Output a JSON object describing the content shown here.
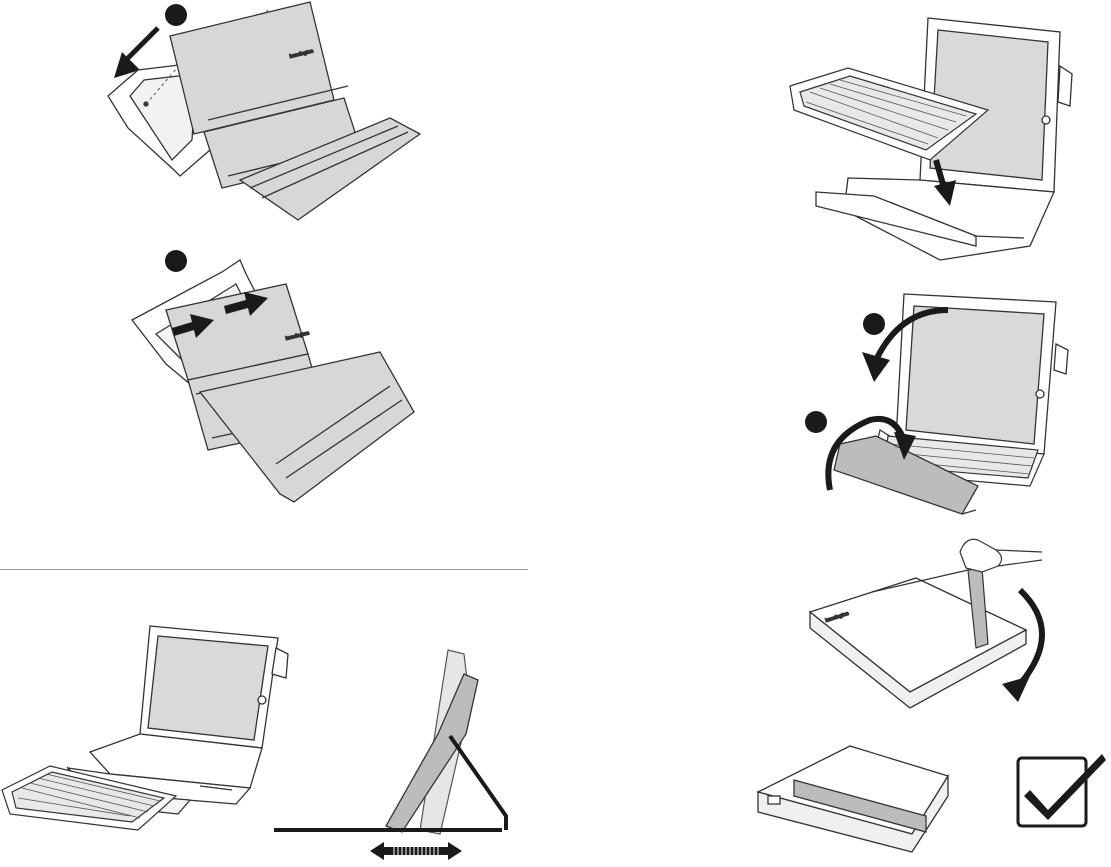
{
  "brand": {
    "logo_text": "kensington"
  },
  "colors": {
    "outline": "#333333",
    "panel_fill": "#d7d7d7",
    "screen_fill": "#d9d9d9",
    "dark_fill": "#1a1a1a",
    "mid_fill": "#bcbcbc",
    "divider": "#9a9a9a"
  },
  "steps": [
    {
      "id": "step-attach-cover",
      "marker": "step-number-circle",
      "arrow": "down-left-arrow"
    },
    {
      "id": "step-slide-cover",
      "marker": "step-number-circle",
      "arrow": "right-arrows"
    },
    {
      "id": "step-place-keyboard",
      "arrow": "down-arrow"
    },
    {
      "id": "step-close-cover",
      "marker": "step-number-circle",
      "arrow": "curved-arrows"
    },
    {
      "id": "step-strap",
      "arrow": "curved-arrow"
    },
    {
      "id": "step-done",
      "icon": "checkmark-icon"
    }
  ],
  "icons": {
    "angle": "double-arrow-icon"
  }
}
